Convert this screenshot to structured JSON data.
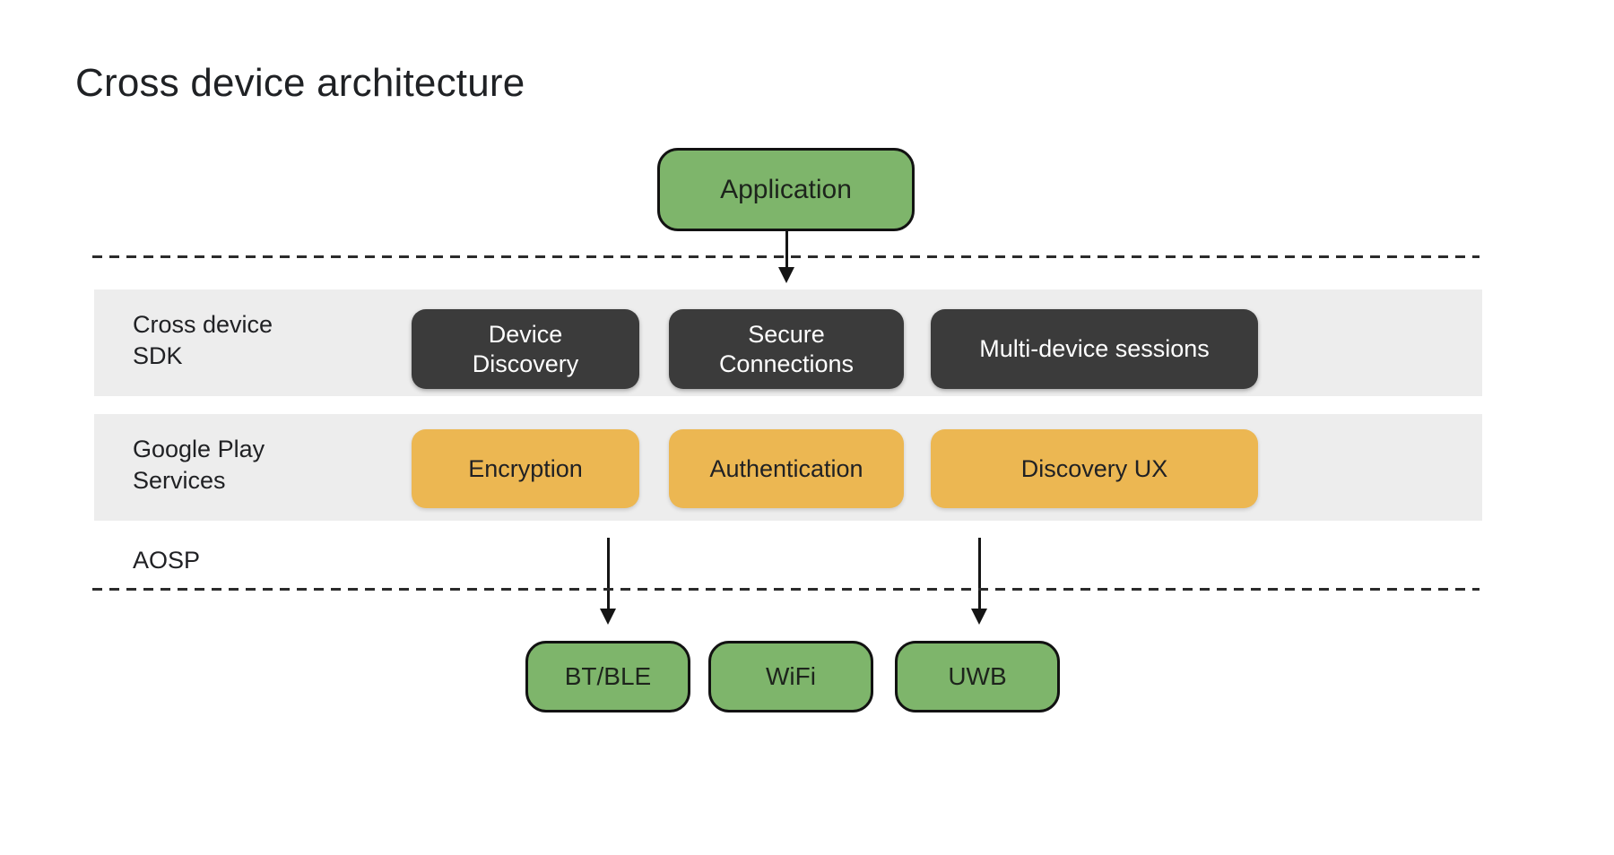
{
  "title": "Cross device architecture",
  "application": {
    "label": "Application"
  },
  "layers": [
    {
      "label": "Cross device\nSDK",
      "boxes": [
        {
          "label": "Device\nDiscovery"
        },
        {
          "label": "Secure\nConnections"
        },
        {
          "label": "Multi-device sessions"
        }
      ]
    },
    {
      "label": "Google Play\nServices",
      "boxes": [
        {
          "label": "Encryption"
        },
        {
          "label": "Authentication"
        },
        {
          "label": "Discovery UX"
        }
      ]
    }
  ],
  "aosp": {
    "label": "AOSP"
  },
  "radios": [
    {
      "label": "BT/BLE"
    },
    {
      "label": "WiFi"
    },
    {
      "label": "UWB"
    }
  ],
  "colors": {
    "application_green": "#7EB56B",
    "sdk_dark_gray": "#3B3B3B",
    "play_services_orange": "#ECB752",
    "band_gray": "#EDEDED",
    "text_dark": "#202124",
    "text_light": "#FFFFFF",
    "line_black": "#151515"
  }
}
